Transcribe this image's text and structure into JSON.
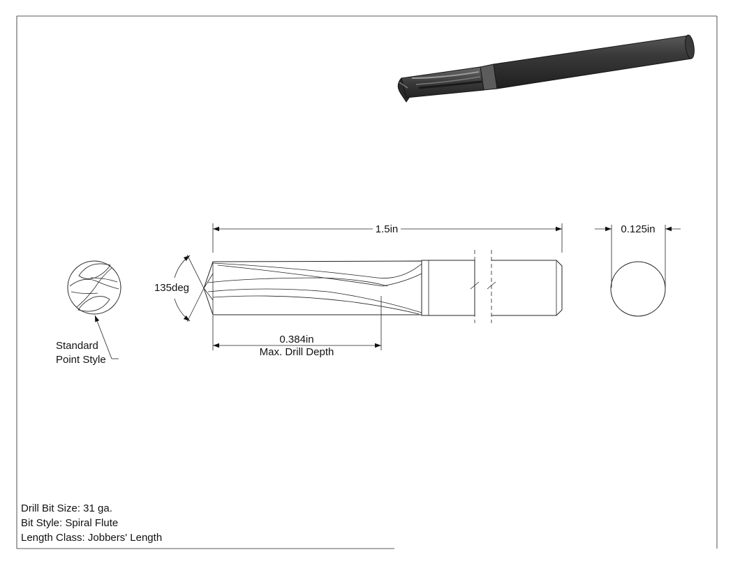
{
  "dimensions": {
    "overall_length": "1.5in",
    "diameter": "0.125in",
    "point_angle": "135deg",
    "drill_depth": "0.384in",
    "drill_depth_caption": "Max. Drill Depth"
  },
  "callout": {
    "line1": "Standard",
    "line2": "Point Style"
  },
  "specs": [
    "Drill Bit Size: 31 ga.",
    "Bit Style: Spiral Flute",
    "Length Class: Jobbers' Length"
  ],
  "colors": {
    "line": "#222222",
    "render_dark": "#2e2e2e",
    "render_mid": "#4a4a4a",
    "render_light": "#8a8a8a"
  }
}
